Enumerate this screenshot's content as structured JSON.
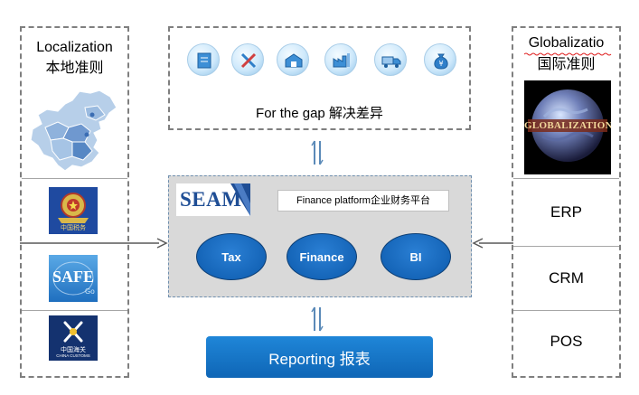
{
  "left": {
    "title_en": "Localization",
    "title_cn": "本地准则"
  },
  "right": {
    "title_en": "Globalizatio",
    "title_cn": "国际准则",
    "globe_text": "GLOBALIZATION",
    "systems": [
      "ERP",
      "CRM",
      "POS"
    ]
  },
  "gap": {
    "caption": "For the gap  解决差异"
  },
  "platform": {
    "logo_text": "SEAM",
    "label": "Finance platform企业财务平台",
    "modules": [
      "Tax",
      "Finance",
      "BI"
    ]
  },
  "reporting": {
    "label": "Reporting  报表"
  },
  "logos": {
    "tax_caption": "中国税务",
    "safe_text": "SAFE",
    "safe_suffix": "Go",
    "customs_caption": "中国海关",
    "customs_en": "CHINA CUSTOMS"
  },
  "colors": {
    "module_blue": "#1565b8",
    "reporting_blue": "#1377c8",
    "platform_gray": "#d9d9d9",
    "seam_blue": "#1f4e95"
  }
}
